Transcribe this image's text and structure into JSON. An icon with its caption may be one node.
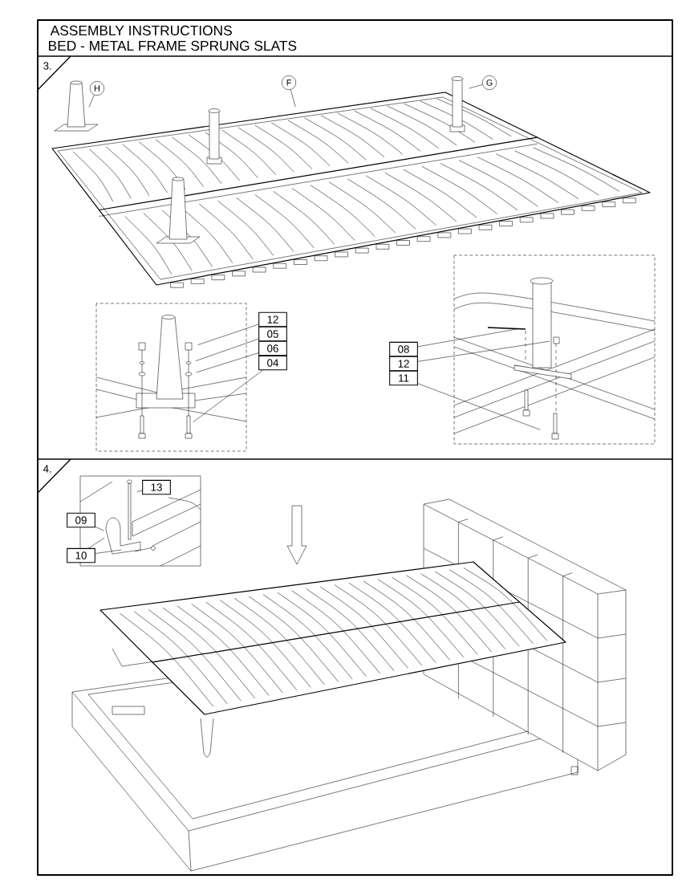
{
  "diagram": {
    "title": "ASSEMBLY INSTRUCTIONS",
    "nodes": [
      {
        "text": [
          "H"
        ]
      },
      {
        "text": [
          "F"
        ]
      },
      {
        "text": [
          "G"
        ]
      },
      {
        "text": [
          "12"
        ]
      },
      {
        "text": [
          "05"
        ]
      },
      {
        "text": [
          "06"
        ]
      },
      {
        "text": [
          "04"
        ]
      },
      {
        "text": [
          "08"
        ]
      },
      {
        "text": [
          "12"
        ]
      },
      {
        "text": [
          "11"
        ]
      },
      {
        "text": [
          "13"
        ]
      },
      {
        "text": [
          "09"
        ]
      },
      {
        "text": [
          "10"
        ]
      }
    ],
    "edges": [
      {
        "from": 0,
        "to": null,
        "arrow": "none"
      },
      {
        "from": 1,
        "to": null,
        "arrow": "none"
      },
      {
        "from": 2,
        "to": null,
        "arrow": "none"
      },
      {
        "from": 3,
        "to": null,
        "arrow": "none"
      },
      {
        "from": 4,
        "to": null,
        "arrow": "none"
      },
      {
        "from": 5,
        "to": null,
        "arrow": "none"
      },
      {
        "from": 6,
        "to": null,
        "arrow": "none"
      },
      {
        "from": 7,
        "to": null,
        "arrow": "none"
      },
      {
        "from": 8,
        "to": null,
        "arrow": "none"
      },
      {
        "from": 9,
        "to": null,
        "arrow": "none"
      },
      {
        "from": 10,
        "to": null,
        "arrow": "none"
      },
      {
        "from": 11,
        "to": null,
        "arrow": "none"
      },
      {
        "from": 12,
        "to": null,
        "arrow": "none"
      }
    ],
    "labels": [
      "BED - METAL FRAME SPRUNG SLATS",
      "3.",
      "4."
    ]
  }
}
